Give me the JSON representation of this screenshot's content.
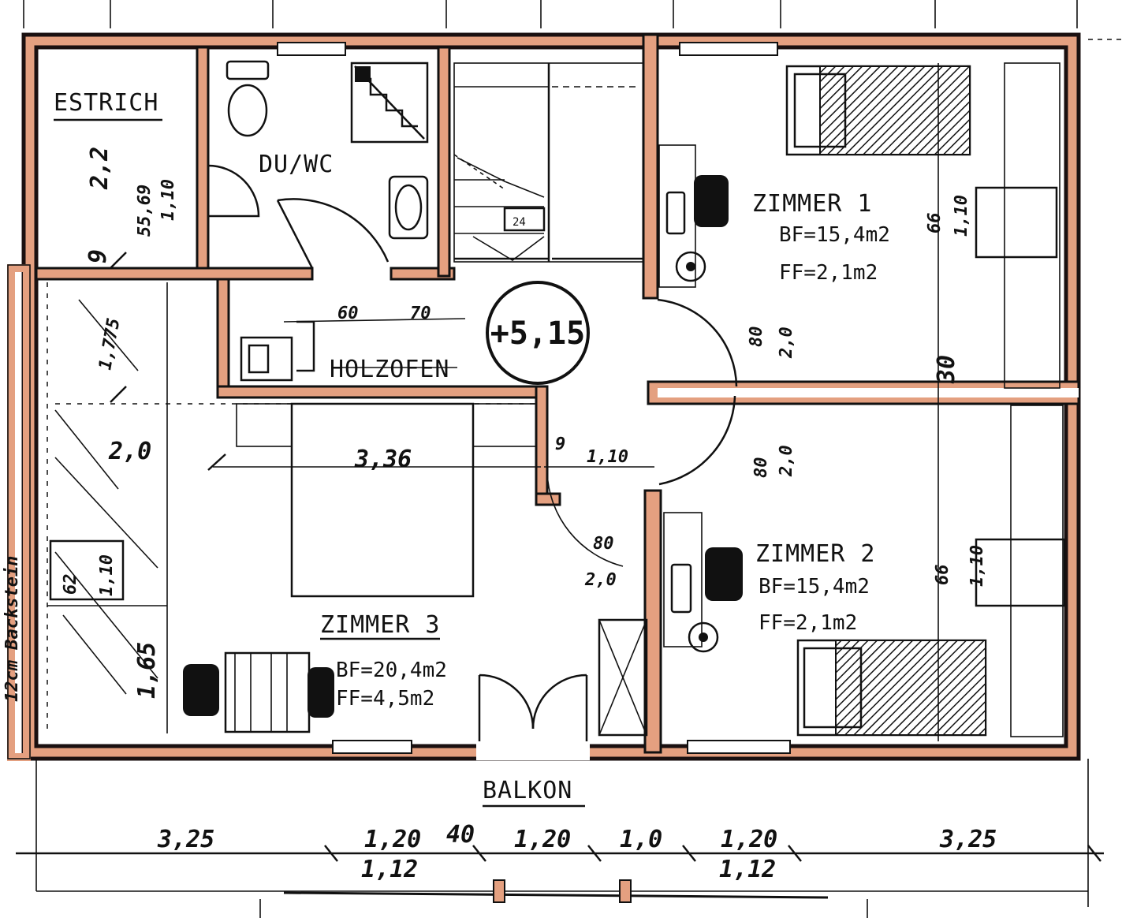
{
  "colors": {
    "ink": "#111111",
    "wall_fill": "#e4a080",
    "background": "#ffffff"
  },
  "rooms": {
    "estrich": "ESTRICH",
    "bath": "DU/WC",
    "oven": "HOLZOFEN",
    "zimmer1": {
      "name": "ZIMMER 1",
      "bf": "BF=15,4m2",
      "ff": "FF=2,1m2"
    },
    "zimmer2": {
      "name": "ZIMMER 2",
      "bf": "BF=15,4m2",
      "ff": "FF=2,1m2"
    },
    "zimmer3": {
      "name": "ZIMMER 3",
      "bf": "BF=20,4m2",
      "ff": "FF=4,5m2"
    },
    "balkon": "BALKON",
    "level": "+5,15"
  },
  "side_note": "12cm Backstein",
  "dimensions": {
    "estrich_vertical": [
      "2,2",
      "55,69",
      "1,10",
      "9"
    ],
    "zimmer3_diag": [
      "1,775",
      "2,0"
    ],
    "zimmer3_width": "3,36",
    "zimmer3_height": "1,65",
    "wardrobe": [
      "62",
      "1,10"
    ],
    "oven_pair": [
      "60",
      "70"
    ],
    "hall": [
      "9",
      "1,10"
    ],
    "door_z1": [
      "80",
      "2,0"
    ],
    "door_z2": [
      "80",
      "2,0"
    ],
    "door_z3": [
      "80",
      "2,0"
    ],
    "right_30": "30",
    "window_z1": [
      "66",
      "1,10"
    ],
    "window_z2": [
      "66",
      "1,10"
    ],
    "bottom_row": [
      "3,25",
      "1,20",
      "40",
      "1,20",
      "1,0",
      "1,20",
      "3,25"
    ],
    "bottom_sub": [
      "1,12",
      "1,12"
    ]
  },
  "icons": [
    "toilet-icon",
    "shower-icon",
    "sink-icon",
    "stair-icon",
    "chair-icon",
    "plant-icon",
    "bed-icon",
    "wardrobe-icon"
  ]
}
